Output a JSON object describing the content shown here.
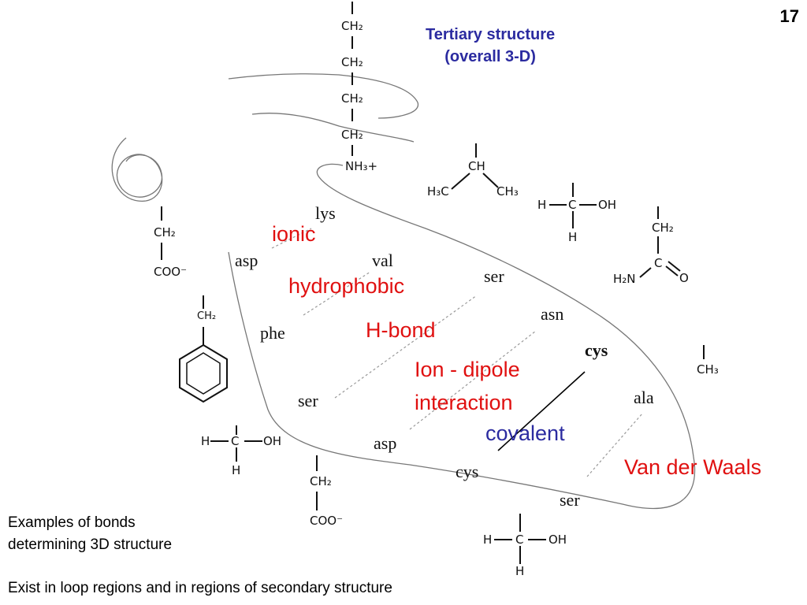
{
  "page_number": "17",
  "title": {
    "line1": "Tertiary structure",
    "line2": "(overall 3-D)",
    "color": "#2b2ba0"
  },
  "residues": {
    "lys": "lys",
    "asp": "asp",
    "val": "val",
    "ser1": "ser",
    "asn": "asn",
    "phe": "phe",
    "cys1": "cys",
    "ser2": "ser",
    "ala": "ala",
    "asp2": "asp",
    "cys2": "cys",
    "ser3": "ser"
  },
  "bonds": {
    "ionic": "ionic",
    "hydrophobic": "hydrophobic",
    "hbond": "H-bond",
    "iondipole_line1": "Ion - dipole",
    "iondipole_line2": "interaction",
    "covalent": "covalent",
    "vdw": "Van der Waals",
    "red": "#e01010",
    "blue": "#2b2ba0"
  },
  "chemistry": {
    "ch2": "CH₂",
    "nh3": "NH₃+",
    "coo": "COO⁻",
    "ch": "CH",
    "h3c": "H₃C",
    "ch3": "CH₃",
    "h": "H",
    "c": "C",
    "oh": "OH",
    "h2n": "H₂N",
    "o": "O"
  },
  "caption": {
    "line1": "Examples of bonds",
    "line2": "determining 3D structure"
  },
  "footer": "Exist in loop regions and in regions of secondary structure"
}
